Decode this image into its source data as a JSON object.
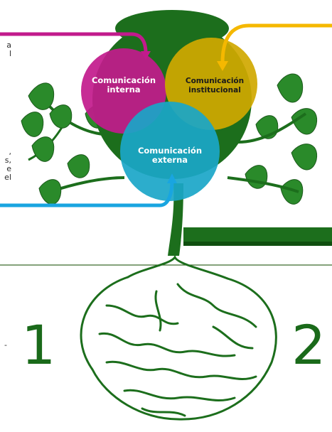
{
  "circles": {
    "interna": {
      "line1": "Comunicación",
      "line2": "interna"
    },
    "institucional": {
      "line1": "Comunicación",
      "line2": "institucional"
    },
    "externa": {
      "line1": "Comunicación",
      "line2": "externa"
    }
  },
  "edge_text": {
    "top": [
      "a",
      "l"
    ],
    "middle": [
      ",",
      "s,",
      "e",
      "el"
    ],
    "bottom": [
      "-"
    ]
  },
  "numbers": {
    "left": "1",
    "right": "2"
  },
  "colors": {
    "magenta": "#c21a8c",
    "gold": "#d0a800",
    "cyan": "#1aa6c8",
    "tree_green": "#1c6e1c",
    "leaf_green": "#2a8a2a",
    "orange": "#f5b800",
    "blue": "#19a5e0",
    "divider": "#3a6a2a"
  }
}
